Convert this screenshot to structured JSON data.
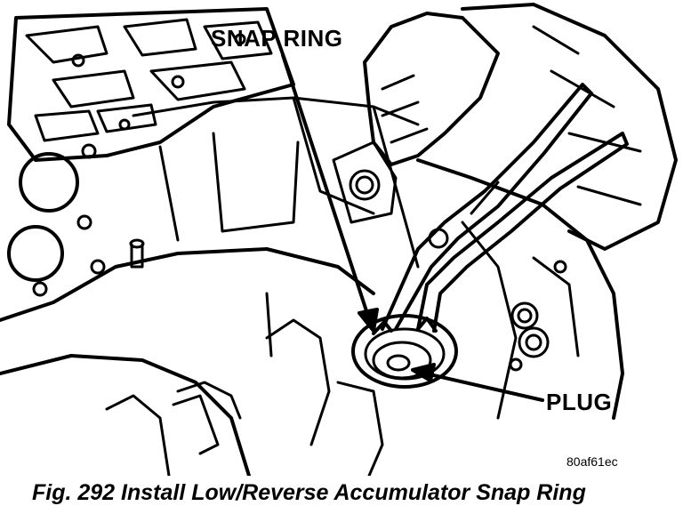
{
  "callouts": {
    "snap_ring": "SNAP RING",
    "plug": "PLUG"
  },
  "reference_code": "80af61ec",
  "caption": "Fig. 292 Install Low/Reverse Accumulator Snap Ring",
  "colors": {
    "ink": "#000000",
    "paper": "#ffffff"
  }
}
